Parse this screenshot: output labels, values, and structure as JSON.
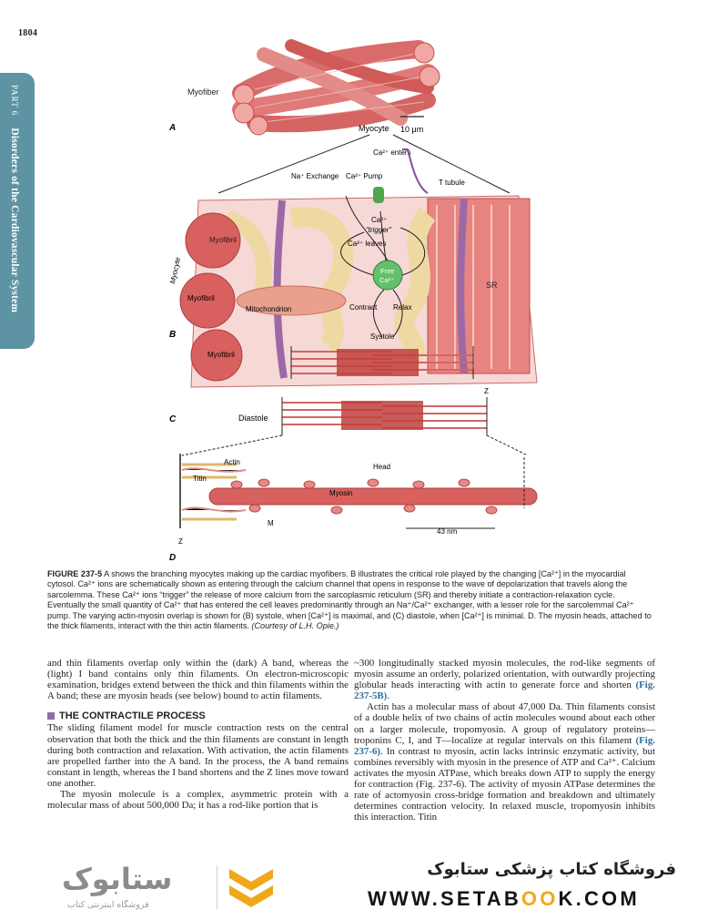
{
  "page": {
    "number": "1804",
    "part": "PART 6",
    "section_title": "Disorders of the Cardiovascular System"
  },
  "figure": {
    "panel_labels": [
      "A",
      "B",
      "C",
      "D"
    ],
    "labels": {
      "myofiber": "Myofiber",
      "myocyte": "Myocyte",
      "scale": "10 μm",
      "ca_enters": "Ca²⁺ enters",
      "na_exchange": "Na⁺ Exchange",
      "ca_pump": "Ca²⁺ Pump",
      "t_tubule": "T tubule",
      "ca_trigger_1": "Ca²⁺",
      "ca_trigger_2": "“trigger”",
      "ca_leaves": "Ca²⁺ leaves",
      "free_ca_1": "Free",
      "free_ca_2": "Ca²⁺",
      "contract": "Contract",
      "relax": "Relax",
      "myocyte_b": "Myocyte",
      "myofibril_1": "Myofibril",
      "myofibril_2": "Myofibril",
      "myofibril_3": "Myofibril",
      "mitochondrion": "Mitochondrion",
      "sr": "SR",
      "systole": "Systole",
      "diastole": "Diastole",
      "z_top": "Z",
      "actin": "Actin",
      "titin": "Titin",
      "head": "Head",
      "myosin": "Myosin",
      "m_line": "M",
      "nm": "43 nm",
      "z_bottom": "Z"
    }
  },
  "caption": {
    "lead": "FIGURE 237-5",
    "body": " A shows the branching myocytes making up the cardiac myofibers. B illustrates the critical role played by the changing [Ca²⁺] in the myocardial cytosol. Ca²⁺ ions are schematically shown as entering through the calcium channel that opens in response to the wave of depolarization that travels along the sarcolemma. These Ca²⁺ ions “trigger” the release of more calcium from the sarcoplasmic reticulum (SR) and thereby initiate a contraction-relaxation cycle. Eventually the small quantity of Ca²⁺ that has entered the cell leaves predominantly through an Na⁺/Ca²⁺ exchanger, with a lesser role for the sarcolemmal Ca²⁺ pump. The varying actin-myosin overlap is shown for (B) systole, when [Ca²⁺] is maximal, and (C) diastole, when [Ca²⁺] is minimal. D. The myosin heads, attached to the thick filaments, interact with the thin actin filaments. ",
    "credit": "(Courtesy of L.H. Opie.)"
  },
  "left_column": {
    "p1": "and thin filaments overlap only within the (dark) A band, whereas the (light) I band contains only thin filaments. On electron-microscopic examination, bridges extend between the thick and thin filaments within the A band; these are myosin heads (see below) bound to actin filaments.",
    "heading": "THE CONTRACTILE PROCESS",
    "p2": "The sliding filament model for muscle contraction rests on the central observation that both the thick and the thin filaments are constant in length during both contraction and relaxation. With activation, the actin filaments are propelled farther into the A band. In the process, the A band remains constant in length, whereas the I band shortens and the Z lines move toward one another.",
    "p3": "The myosin molecule is a complex, asymmetric protein with a molecular mass of about 500,000 Da; it has a rod-like portion that is"
  },
  "right_column": {
    "p1_a": "~300 longitudinally stacked myosin molecules, the rod-like segments of myosin assume an orderly, polarized orientation, with outwardly projecting globular heads interacting with actin to generate force and shorten ",
    "p1_ref": "(Fig. 237-5B)",
    "p1_end": ".",
    "p2_a": "Actin has a molecular mass of about 47,000 Da. Thin filaments consist of a double helix of two chains of actin molecules wound about each other on a larger molecule, tropomyosin. A group of regulatory proteins—troponins C, I, and T—localize at regular intervals on this filament ",
    "p2_ref": "(Fig. 237-6)",
    "p2_b": ". In contrast to myosin, actin lacks intrinsic enzymatic activity, but combines reversibly with myosin in the presence of ATP and Ca²⁺. Calcium activates the myosin ATPase, which breaks down ATP to supply the energy for contraction (Fig. 237-6). The activity of myosin ATPase determines the rate of actomyosin cross-bridge formation and breakdown and ultimately determines contraction velocity. In relaxed muscle, tropomyosin inhibits this interaction. Titin"
  },
  "ad": {
    "logo_text": "ستابوک",
    "logo_sub": "فروشگاه اینترنتی کتاب",
    "title_fa": "فروشگاه کتاب پزشکی ستابوک",
    "url_a": "WWW.SETAB",
    "url_o": "OO",
    "url_b": "K.COM"
  }
}
